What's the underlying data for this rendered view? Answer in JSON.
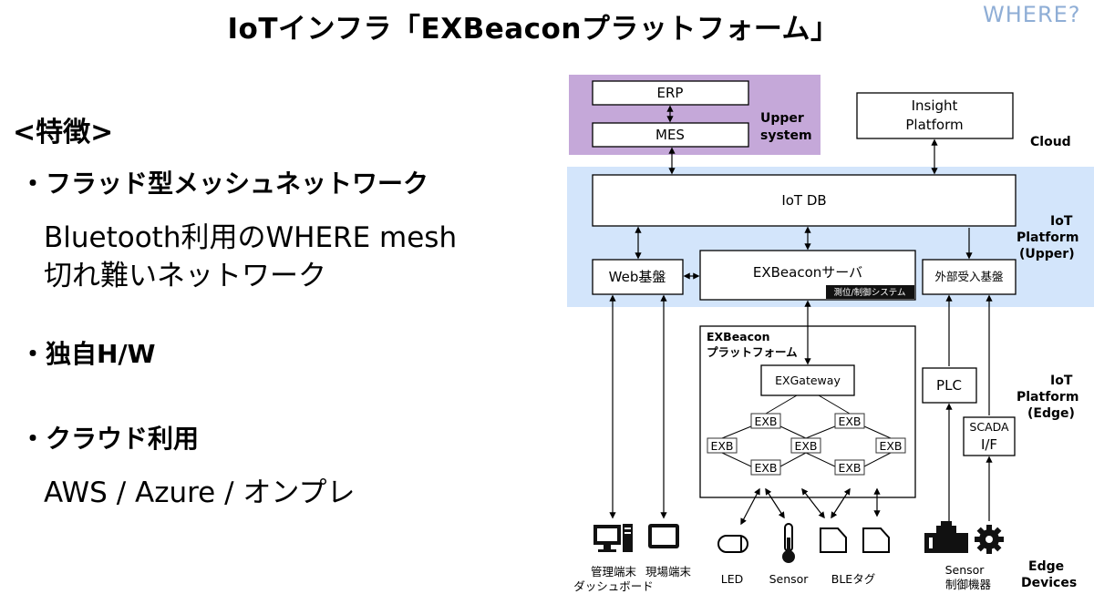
{
  "title": "IoTインフラ「EXBeaconプラットフォーム」",
  "logo": "WHERE?",
  "features": {
    "heading": "<特徴>",
    "items": [
      {
        "bullet": "・フラッド型メッシュネットワーク",
        "desc": [
          "Bluetooth利用のWHERE mesh",
          "切れ難いネットワーク"
        ]
      },
      {
        "bullet": "・独自H/W",
        "desc": []
      },
      {
        "bullet": "・クラウド利用",
        "desc": [
          "AWS / Azure / オンプレ"
        ]
      }
    ]
  },
  "diagram": {
    "layers": {
      "upper_system": [
        "Upper",
        "system"
      ],
      "cloud": "Cloud",
      "iot_upper": [
        "IoT",
        "Platform",
        "(Upper)"
      ],
      "iot_edge": [
        "IoT",
        "Platform",
        "(Edge)"
      ],
      "edge_devices": [
        "Edge",
        "Devices"
      ]
    },
    "boxes": {
      "erp": "ERP",
      "mes": "MES",
      "insight": [
        "Insight",
        "Platform"
      ],
      "iot_db": "IoT DB",
      "web": "Web基盤",
      "exbeacon_server": "EXBeaconサーバ",
      "server_tag": "測位/制御システム",
      "external": "外部受入基盤",
      "platform_title": [
        "EXBeacon",
        "プラットフォーム"
      ],
      "gateway": "EXGateway",
      "exb": "EXB",
      "plc": "PLC",
      "scada": [
        "SCADA",
        "I/F"
      ]
    },
    "devices": {
      "admin_terminal": [
        "管理端末",
        "ダッシュボード"
      ],
      "site_terminal": "現場端末",
      "led": "LED",
      "sensor": "Sensor",
      "ble_tag": "BLEタグ",
      "sensor_control": [
        "Sensor",
        "制御機器"
      ]
    },
    "colors": {
      "upper_system_bg": "#c5a8d9",
      "iot_upper_bg": "#d3e5fb",
      "logo": "#8faed6"
    }
  }
}
